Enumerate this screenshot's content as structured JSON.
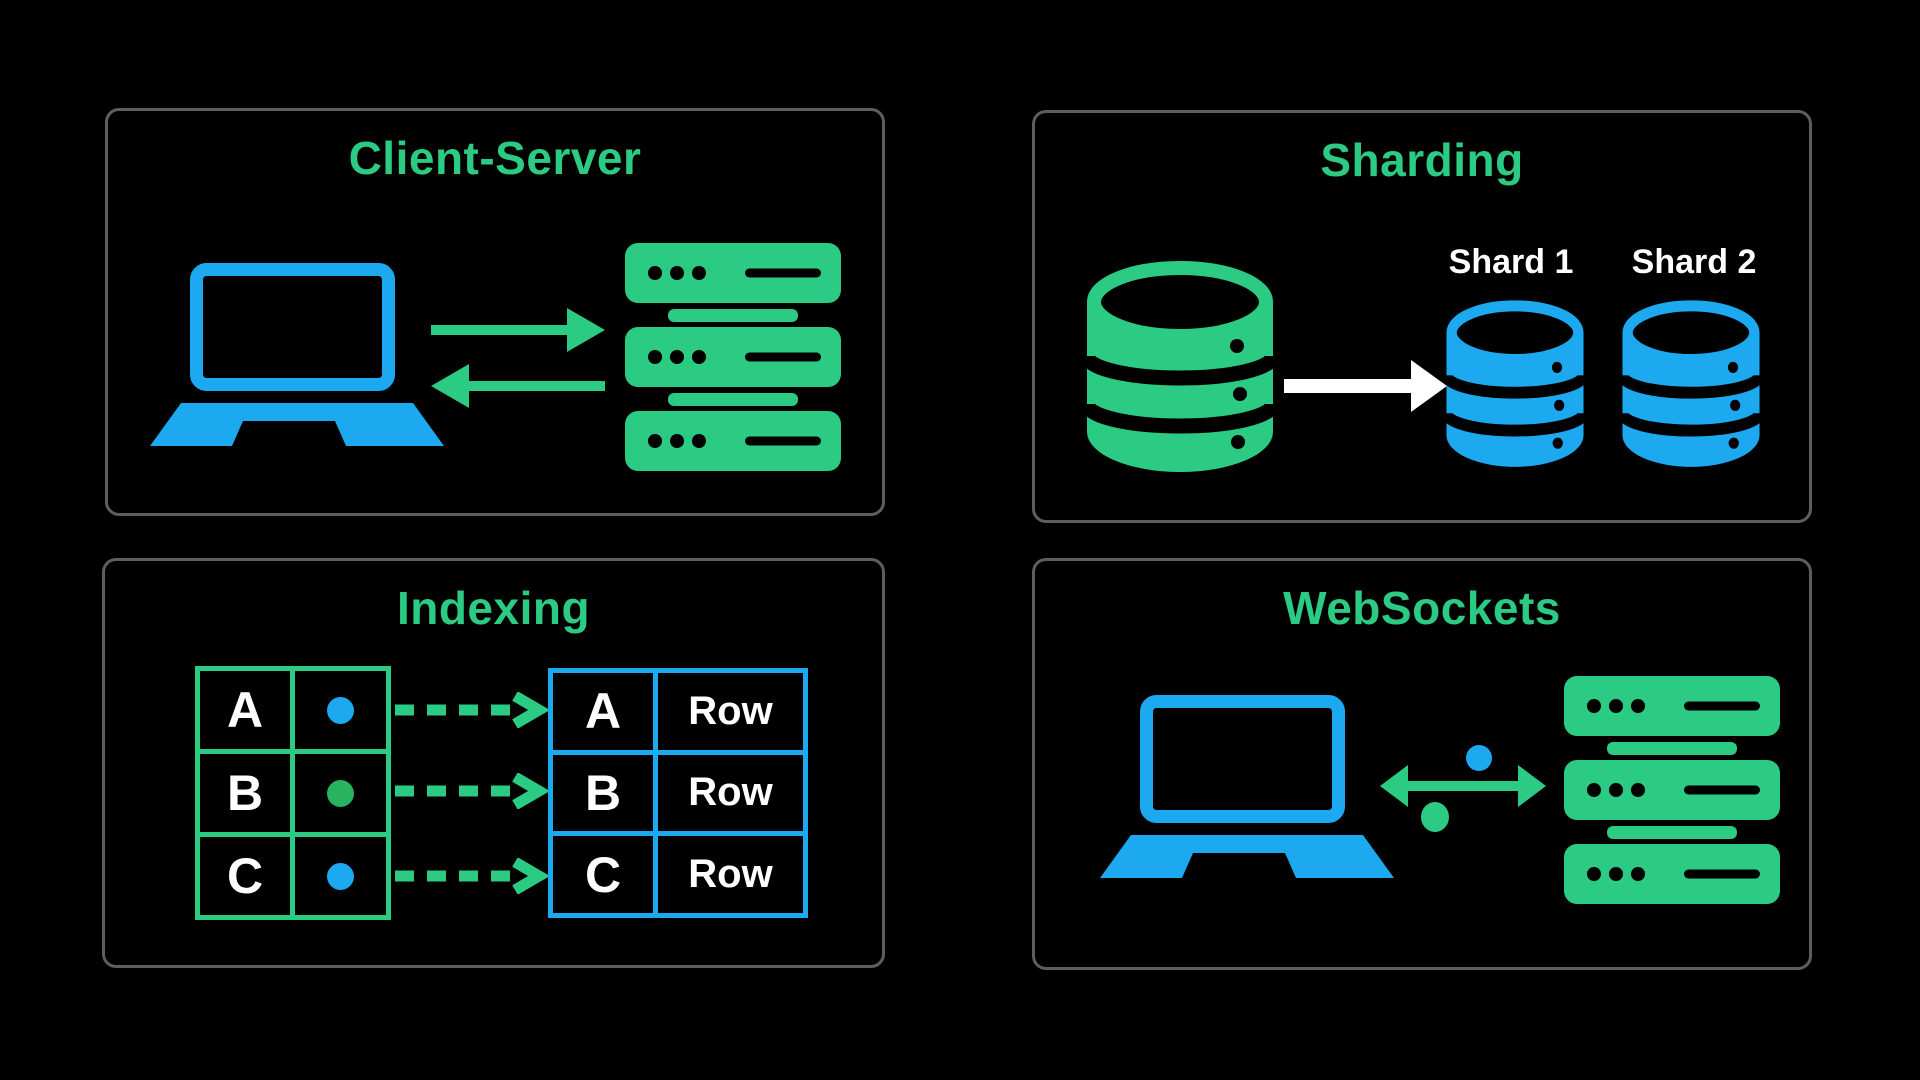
{
  "colors": {
    "background": "#000000",
    "panel_border": "#5E5E5E",
    "green": "#2BCB84",
    "green_dot": "#28B35F",
    "blue": "#1CA9F0",
    "white": "#FFFFFF"
  },
  "panels": {
    "client_server": {
      "title": "Client-Server",
      "icons": [
        "laptop-icon",
        "request-arrow-icon",
        "response-arrow-icon",
        "server-stack-icon"
      ]
    },
    "sharding": {
      "title": "Sharding",
      "icons": [
        "database-icon",
        "split-arrow-icon",
        "shard1-database-icon",
        "shard2-database-icon"
      ],
      "shard1_label": "Shard 1",
      "shard2_label": "Shard 2"
    },
    "indexing": {
      "title": "Indexing",
      "index_table": {
        "rows": [
          {
            "key": "A",
            "dot": "#1CA9F0"
          },
          {
            "key": "B",
            "dot": "#28B35F"
          },
          {
            "key": "C",
            "dot": "#1CA9F0"
          }
        ]
      },
      "data_table": {
        "rows": [
          {
            "key": "A",
            "value": "Row"
          },
          {
            "key": "B",
            "value": "Row"
          },
          {
            "key": "C",
            "value": "Row"
          }
        ]
      }
    },
    "websockets": {
      "title": "WebSockets",
      "icons": [
        "laptop-icon",
        "bidirectional-arrow-icon",
        "server-stack-icon"
      ]
    }
  }
}
